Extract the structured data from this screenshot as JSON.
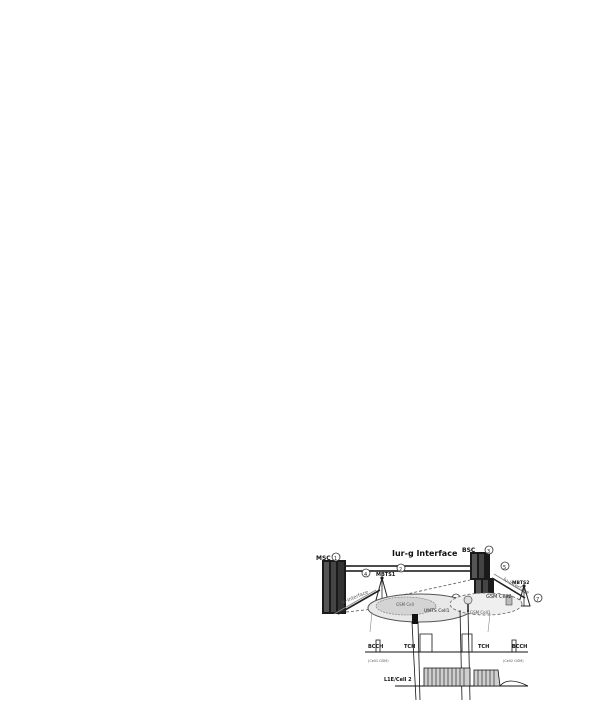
{
  "diagram": {
    "title": "Iur-g Interface",
    "nodes": {
      "msc": "MSC",
      "bsc": "BSC",
      "mbts1": "MBTS1",
      "mbts2": "MBTS2"
    },
    "interfaces": {
      "a_left": "Iu-interface",
      "a_right": "Iu-interface"
    },
    "cells": {
      "left": "UMTS Cell1",
      "middle": "GSM Cell1",
      "right": "GSM Cell2",
      "inner_left": "GSM Cell"
    },
    "markers": [
      "1",
      "2",
      "3",
      "4",
      "5",
      "6",
      "7",
      "8"
    ],
    "timeline": {
      "left_channel": "BCCH",
      "left_channel_sub": "(Cell1 GSM)",
      "mid_left_channel": "TCH",
      "mid_right_channel": "TCH",
      "right_channel": "BCCH",
      "right_channel_sub": "(Cell2 GSM)",
      "bottom_label": "L1E/Cell 2"
    }
  }
}
